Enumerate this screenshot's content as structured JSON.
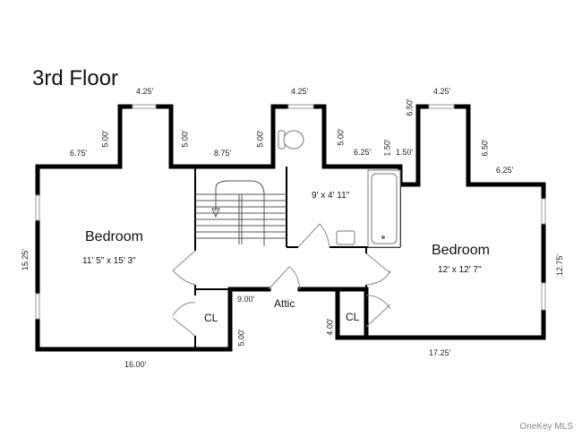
{
  "title": "3rd Floor",
  "rooms": {
    "bedroom_left": {
      "label": "Bedroom",
      "size": "11' 5\" x 15' 3\""
    },
    "bathroom": {
      "size": "9' x 4' 11\""
    },
    "bedroom_right": {
      "label": "Bedroom",
      "size": "12' x 12' 7\""
    },
    "attic": {
      "label": "Attic"
    },
    "closet_left": {
      "label": "CL"
    },
    "closet_right": {
      "label": "CL"
    }
  },
  "measurements": {
    "m1": "4.25'",
    "m2": "5.00'",
    "m3": "5.00'",
    "m4": "6.75'",
    "m5": "8.75'",
    "m6": "5.00'",
    "m7": "4.25'",
    "m8": "5.00'",
    "m9": "6.25'",
    "m10": "1.50'",
    "m11": "1.50'",
    "m12": "6.50'",
    "m13": "4.25'",
    "m14": "6.50'",
    "m15": "6.25'",
    "m16": "15.25'",
    "m17": "12.75'",
    "m18": "9.00'",
    "m19": "5.00'",
    "m20": "4.00'",
    "m21": "16.00'",
    "m22": "17.25'"
  },
  "watermark": "OneKey MLS"
}
